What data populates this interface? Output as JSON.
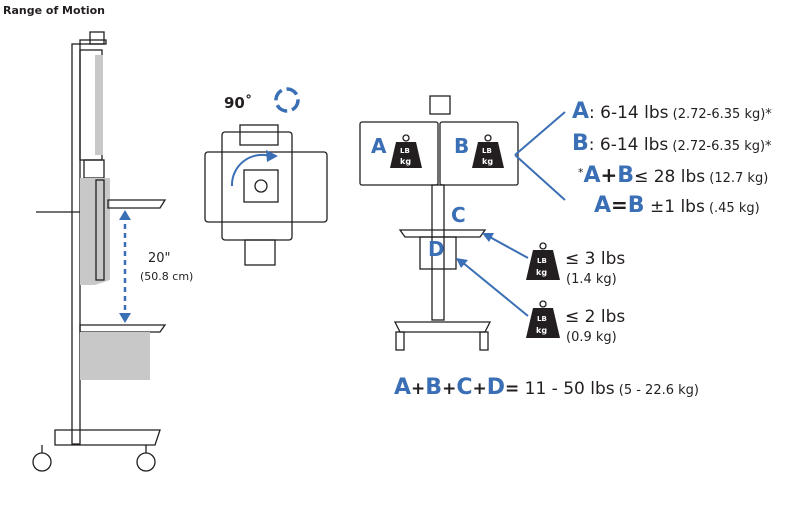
{
  "title": "Range of Motion",
  "height_range": {
    "inches": "20\"",
    "cm": "(50.8 cm)"
  },
  "rotation": {
    "label": "90˚"
  },
  "labels": {
    "a": "A",
    "b": "B",
    "c": "C",
    "d": "D",
    "weight_icon_top": "LB",
    "weight_icon_bottom": "kg"
  },
  "specs": {
    "a": {
      "letter": "A",
      "sep": ":",
      "lbs": " 6-14 lbs",
      "kg": " (2.72-6.35 kg)*"
    },
    "b": {
      "letter": "B",
      "sep": ":",
      "lbs": " 6-14 lbs",
      "kg": " (2.72-6.35 kg)*"
    },
    "ab_sum": {
      "star": "*",
      "a": "A",
      "plus": "+",
      "b": "B",
      "op": "≤",
      "lbs": " 28 lbs",
      "kg": " (12.7 kg)"
    },
    "ab_eq": {
      "a": "A",
      "eq": "=",
      "b": "B",
      "lbs": " ±1 lbs",
      "kg": " (.45 kg)"
    },
    "c": {
      "lbs": "≤ 3 lbs",
      "kg": "(1.4 kg)"
    },
    "d": {
      "lbs": "≤ 2 lbs",
      "kg": "(0.9 kg)"
    },
    "total": {
      "a": "A",
      "p1": "+",
      "b": "B",
      "p2": "+",
      "c": "C",
      "p3": "+",
      "d": "D",
      "eq": "=",
      "lbs": " 11 - 50 lbs",
      "kg": " (5 - 22.6 kg)"
    }
  },
  "colors": {
    "accent": "#3a6fb5",
    "ink": "#231f20"
  }
}
